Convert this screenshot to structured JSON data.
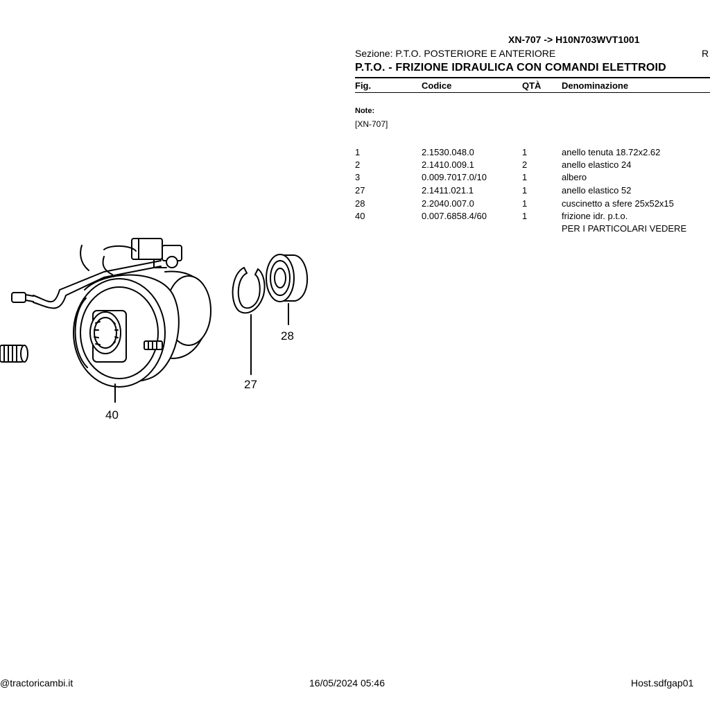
{
  "header": {
    "model": "XN-707 -> H10N703WVT1001",
    "section": "Sezione: P.T.O. POSTERIORE E ANTERIORE",
    "section_right": "R",
    "group_title": "P.T.O. - FRIZIONE IDRAULICA CON COMANDI ELETTROID"
  },
  "columns": {
    "fig": "Fig.",
    "codice": "Codice",
    "qta": "QTÀ",
    "denominazione": "Denominazione"
  },
  "notes": {
    "label": "Note:",
    "value": "[XN-707]"
  },
  "parts": [
    {
      "fig": "1",
      "codice": "2.1530.048.0",
      "qta": "1",
      "denominazione": "anello tenuta 18.72x2.62"
    },
    {
      "fig": "2",
      "codice": "2.1410.009.1",
      "qta": "2",
      "denominazione": "anello elastico 24"
    },
    {
      "fig": "3",
      "codice": "0.009.7017.0/10",
      "qta": "1",
      "denominazione": "albero"
    },
    {
      "fig": "27",
      "codice": "2.1411.021.1",
      "qta": "1",
      "denominazione": "anello elastico 52"
    },
    {
      "fig": "28",
      "codice": "2.2040.007.0",
      "qta": "1",
      "denominazione": "cuscinetto a sfere 25x52x15"
    },
    {
      "fig": "40",
      "codice": "0.007.6858.4/60",
      "qta": "1",
      "denominazione": "frizione idr. p.t.o."
    }
  ],
  "extra_line": "PER I PARTICOLARI VEDERE",
  "drawing": {
    "callouts": [
      "28",
      "27",
      "40"
    ]
  },
  "footer": {
    "left": "@tractoricambi.it",
    "center": "16/05/2024 05:46",
    "right": "Host.sdfgap01"
  }
}
